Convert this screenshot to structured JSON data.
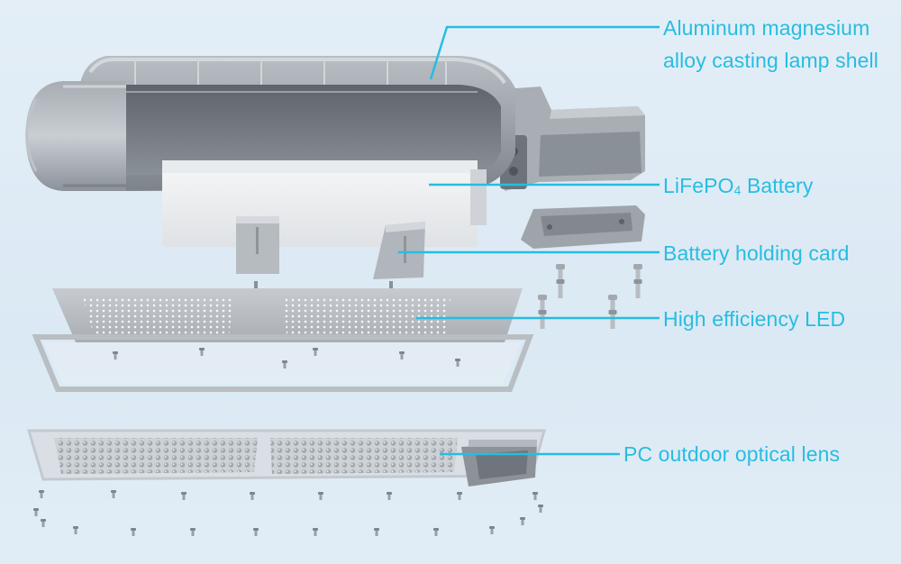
{
  "accent_color": "#27bde0",
  "labels": {
    "shell_line1": "Aluminum magnesium",
    "shell_line2": "alloy casting lamp shell",
    "battery_main": "LiFePO",
    "battery_sub": "4",
    "battery_suffix": " Battery",
    "holding_card": "Battery holding card",
    "led": "High efficiency LED",
    "lens": "PC outdoor optical lens"
  }
}
